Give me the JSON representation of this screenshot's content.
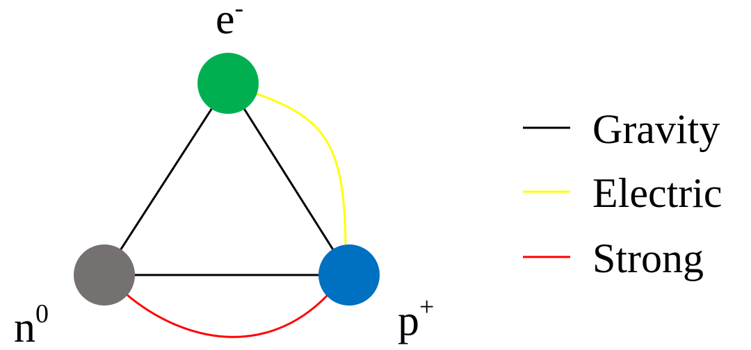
{
  "particles": {
    "electron": {
      "symbol": "e",
      "sup": "-",
      "color": "#00b050"
    },
    "neutron": {
      "symbol": "n",
      "sup": "0",
      "color": "#767171"
    },
    "proton": {
      "symbol": "p",
      "sup": "+",
      "color": "#0070c0"
    }
  },
  "forces": {
    "gravity": {
      "label": "Gravity",
      "color": "#000000"
    },
    "electric": {
      "label": "Electric",
      "color": "#ffff00"
    },
    "strong": {
      "label": "Strong",
      "color": "#ff0000"
    }
  }
}
